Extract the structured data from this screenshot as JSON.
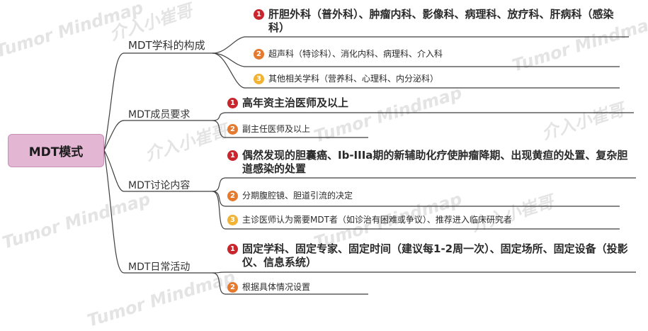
{
  "root": {
    "label": "MDT模式"
  },
  "watermark": {
    "text_en": "Tumor Mindmap",
    "text_cn": "介入小崔哥"
  },
  "colors": {
    "root_fill": "#e3b6d4",
    "badge_1": "#c9252c",
    "badge_2": "#e57a2f",
    "badge_3": "#f2b233",
    "line": "#3f3f3f"
  },
  "branches": [
    {
      "label": "MDT学科的构成",
      "items": [
        {
          "num": "1",
          "text": "肝胆外科（普外科）、肿瘤内科、影像科、病理科、放疗科、肝病科（感染科）"
        },
        {
          "num": "2",
          "text": "超声科（特诊科）、消化内科、病理科、介入科"
        },
        {
          "num": "3",
          "text": "其他相关学科（营养科、心理科、内分泌科）"
        }
      ]
    },
    {
      "label": "MDT成员要求",
      "items": [
        {
          "num": "1",
          "text": "高年资主治医师及以上"
        },
        {
          "num": "2",
          "text": "副主任医师及以上"
        }
      ]
    },
    {
      "label": "MDT讨论内容",
      "items": [
        {
          "num": "1",
          "text": "偶然发现的胆囊癌、Ib-IIIa期的新辅助化疗使肿瘤降期、出现黄疸的处置、复杂胆道感染的处置"
        },
        {
          "num": "2",
          "text": "分期腹腔镜、胆道引流的决定"
        },
        {
          "num": "3",
          "text": "主诊医师认为需要MDT者（如诊治有困难或争议）、推荐进入临床研究者"
        }
      ]
    },
    {
      "label": "MDT日常活动",
      "items": [
        {
          "num": "1",
          "text": "固定学科、固定专家、固定时间（建议每1-2周一次）、固定场所、固定设备（投影仪、信息系统）"
        },
        {
          "num": "2",
          "text": "根据具体情况设置"
        }
      ]
    }
  ]
}
